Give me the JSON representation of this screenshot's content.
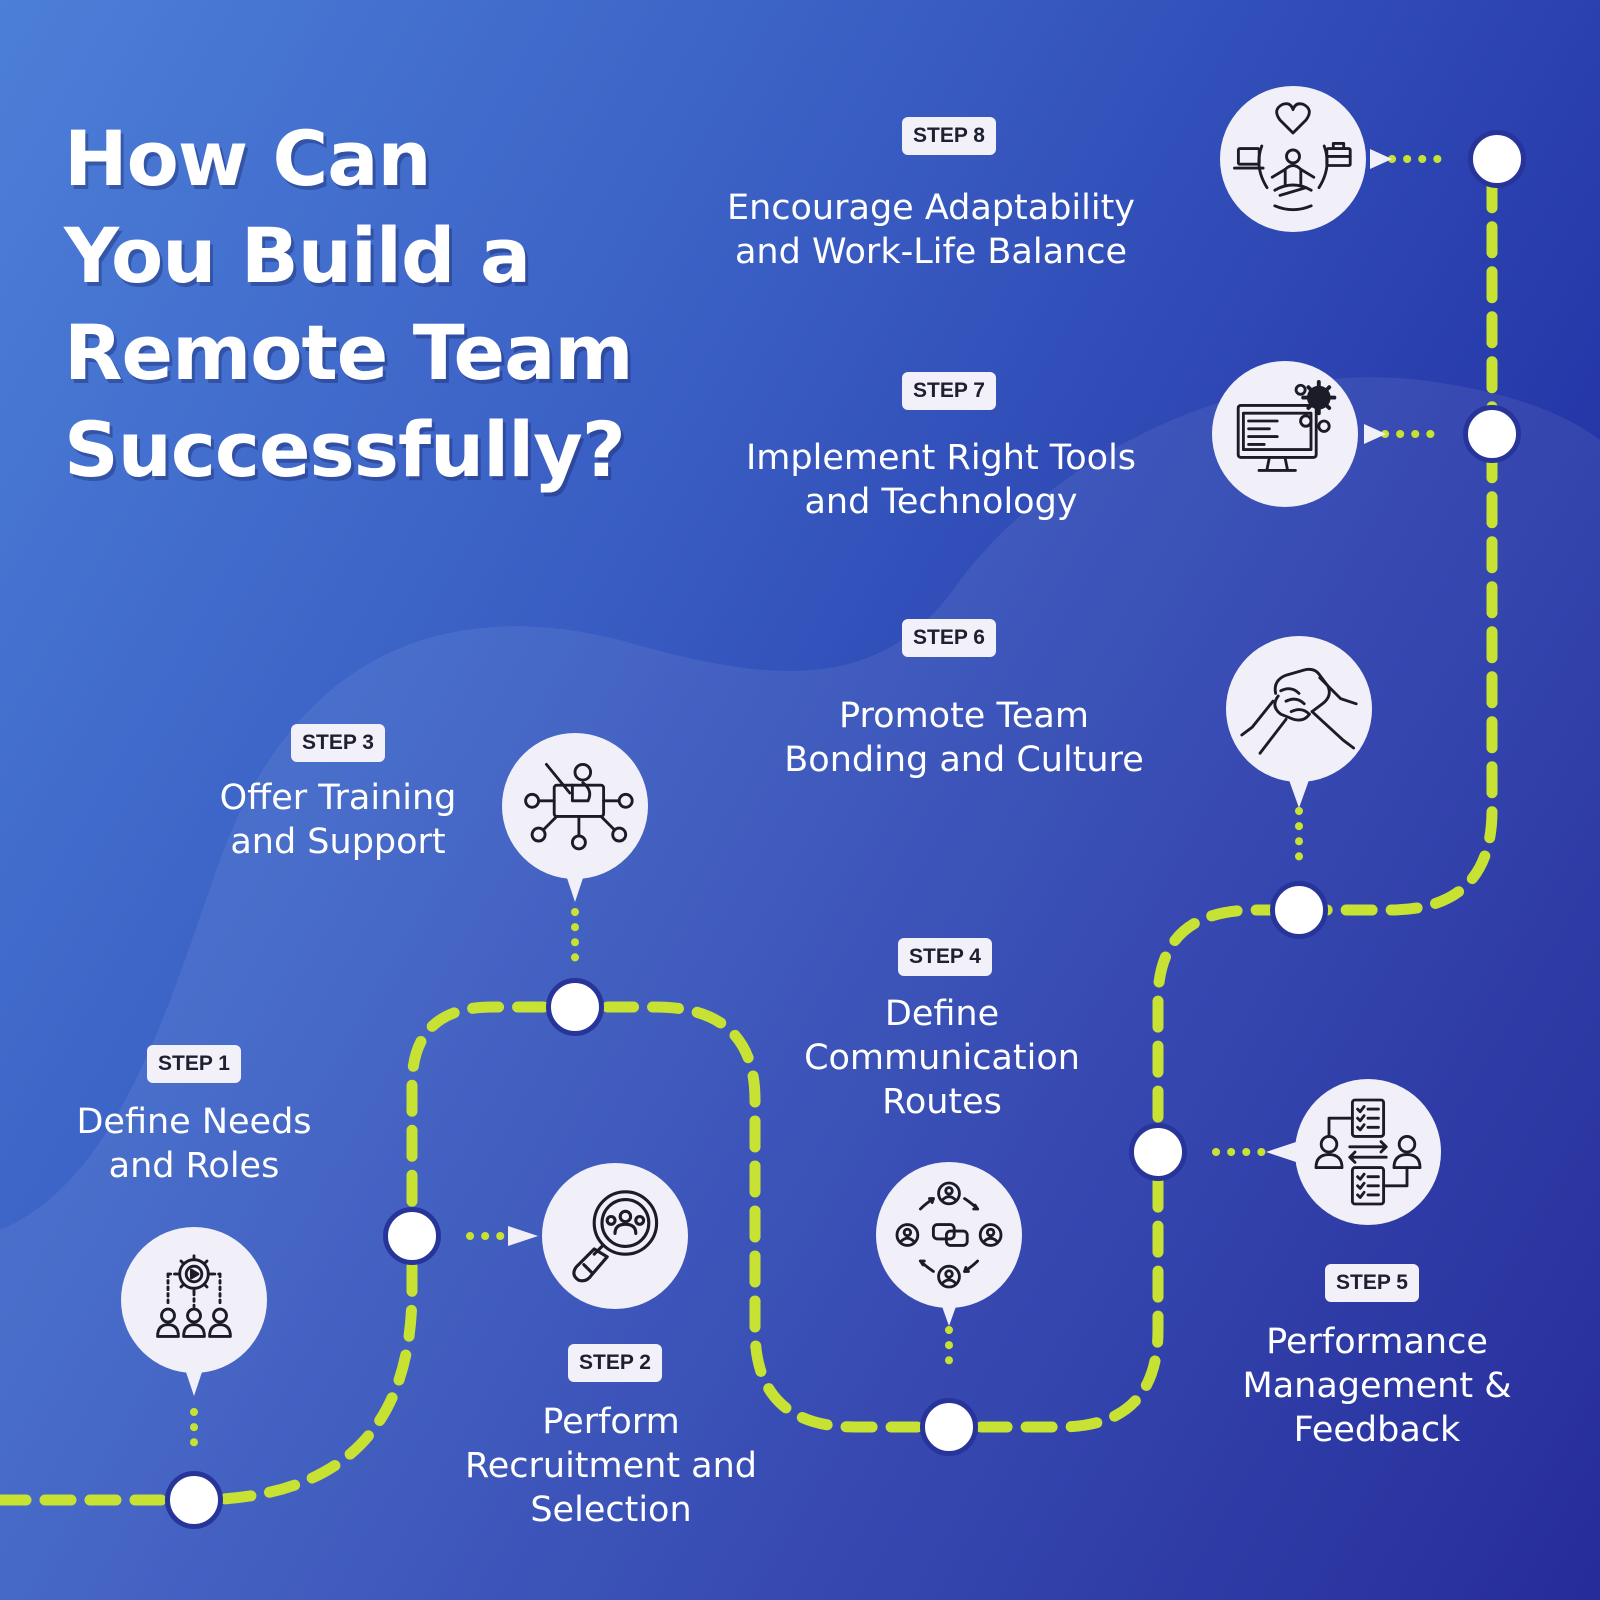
{
  "title_lines": [
    "How Can",
    "You Build a",
    "Remote Team",
    "Successfully?"
  ],
  "colors": {
    "path": "#c8e233",
    "node_ring": "#27359a",
    "icon_bg": "#f1f0f9",
    "badge_bg": "#f2f1fa",
    "text": "#ffffff"
  },
  "steps": [
    {
      "badge": "STEP 1",
      "lines": [
        "Define Needs",
        "and Roles"
      ],
      "icon": "team-gear-icon"
    },
    {
      "badge": "STEP 2",
      "lines": [
        "Perform",
        "Recruitment and",
        "Selection"
      ],
      "icon": "magnifier-people-icon"
    },
    {
      "badge": "STEP 3",
      "lines": [
        "Offer Training",
        "and Support"
      ],
      "icon": "trainer-network-icon"
    },
    {
      "badge": "STEP 4",
      "lines": [
        "Define",
        "Communication",
        "Routes"
      ],
      "icon": "communication-cycle-icon"
    },
    {
      "badge": "STEP 5",
      "lines": [
        "Performance",
        "Management &",
        "Feedback"
      ],
      "icon": "feedback-exchange-icon"
    },
    {
      "badge": "STEP 6",
      "lines": [
        "Promote Team",
        "Bonding and Culture"
      ],
      "icon": "handshake-icon"
    },
    {
      "badge": "STEP 7",
      "lines": [
        "Implement Right Tools",
        "and Technology"
      ],
      "icon": "computer-gears-icon"
    },
    {
      "badge": "STEP 8",
      "lines": [
        "Encourage Adaptability",
        "and Work-Life Balance"
      ],
      "icon": "work-life-balance-icon"
    }
  ]
}
